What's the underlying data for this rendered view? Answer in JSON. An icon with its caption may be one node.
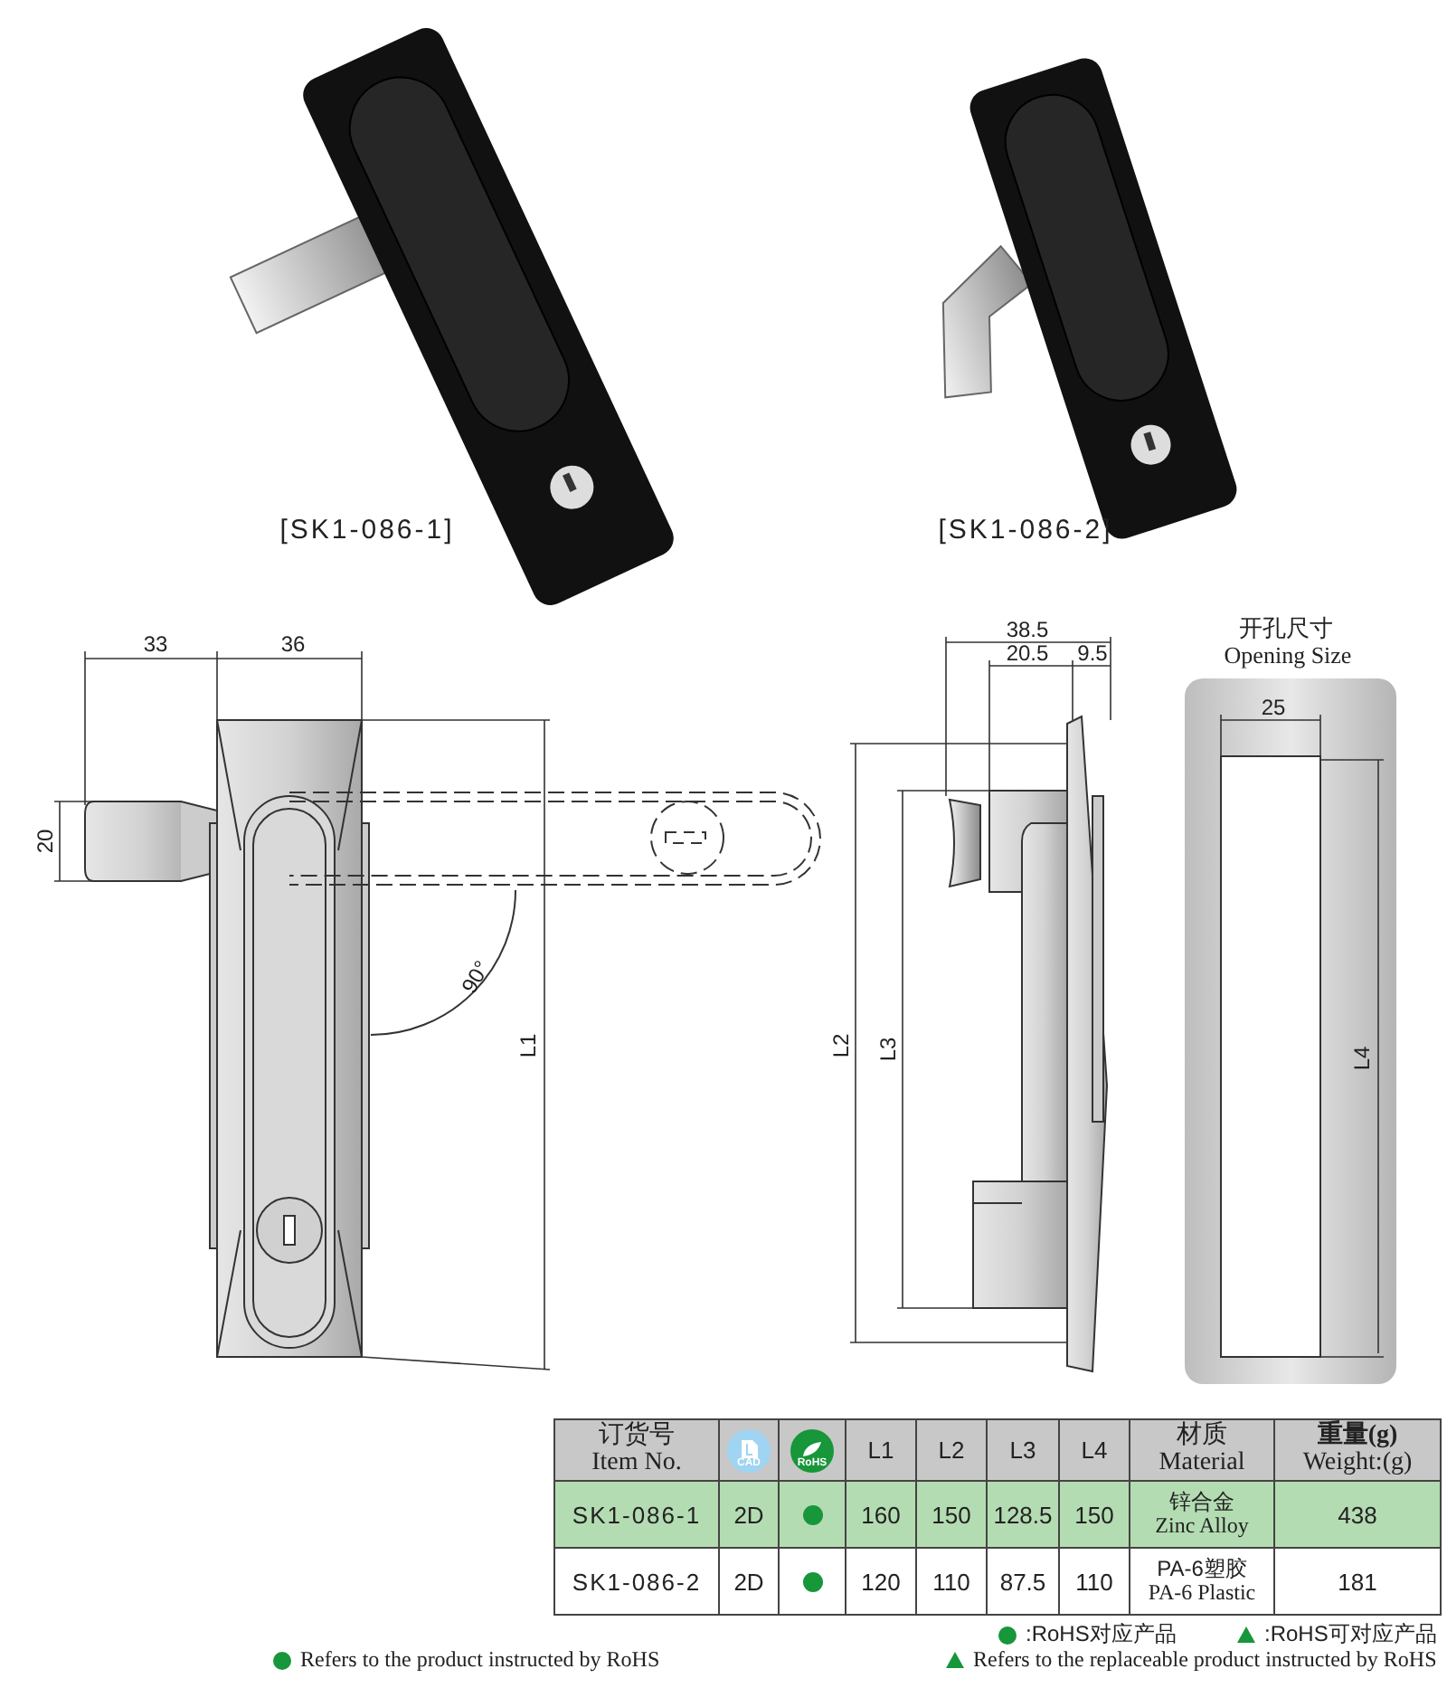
{
  "diagram": {
    "labels": [
      "[SK1-086-1]",
      "[SK1-086-2]",
      "33",
      "36",
      "20",
      "90°",
      "L1",
      "38.5",
      "20.5",
      "9.5",
      "L2",
      "L3",
      "开孔尺寸",
      "Opening Size",
      "25",
      "L4",
      "订货号",
      "Item No.",
      "CAD",
      "RoHS",
      "L1",
      "L2",
      "L3",
      "L4",
      "材质",
      "Material",
      "重量(g)",
      "Weight:(g)",
      "SK1-086-1",
      "2D",
      "160",
      "150",
      "128.5",
      "150",
      "锌合金",
      "Zinc Alloy",
      "438",
      "SK1-086-2",
      "2D",
      "120",
      "110",
      "87.5",
      "110",
      "PA-6塑胶",
      "PA-6 Plastic",
      "181",
      ":RoHS对应产品",
      ":RoHS可对应产品",
      "Refers to the product instructed by RoHS",
      "Refers to the replaceable product instructed by RoHS"
    ]
  }
}
